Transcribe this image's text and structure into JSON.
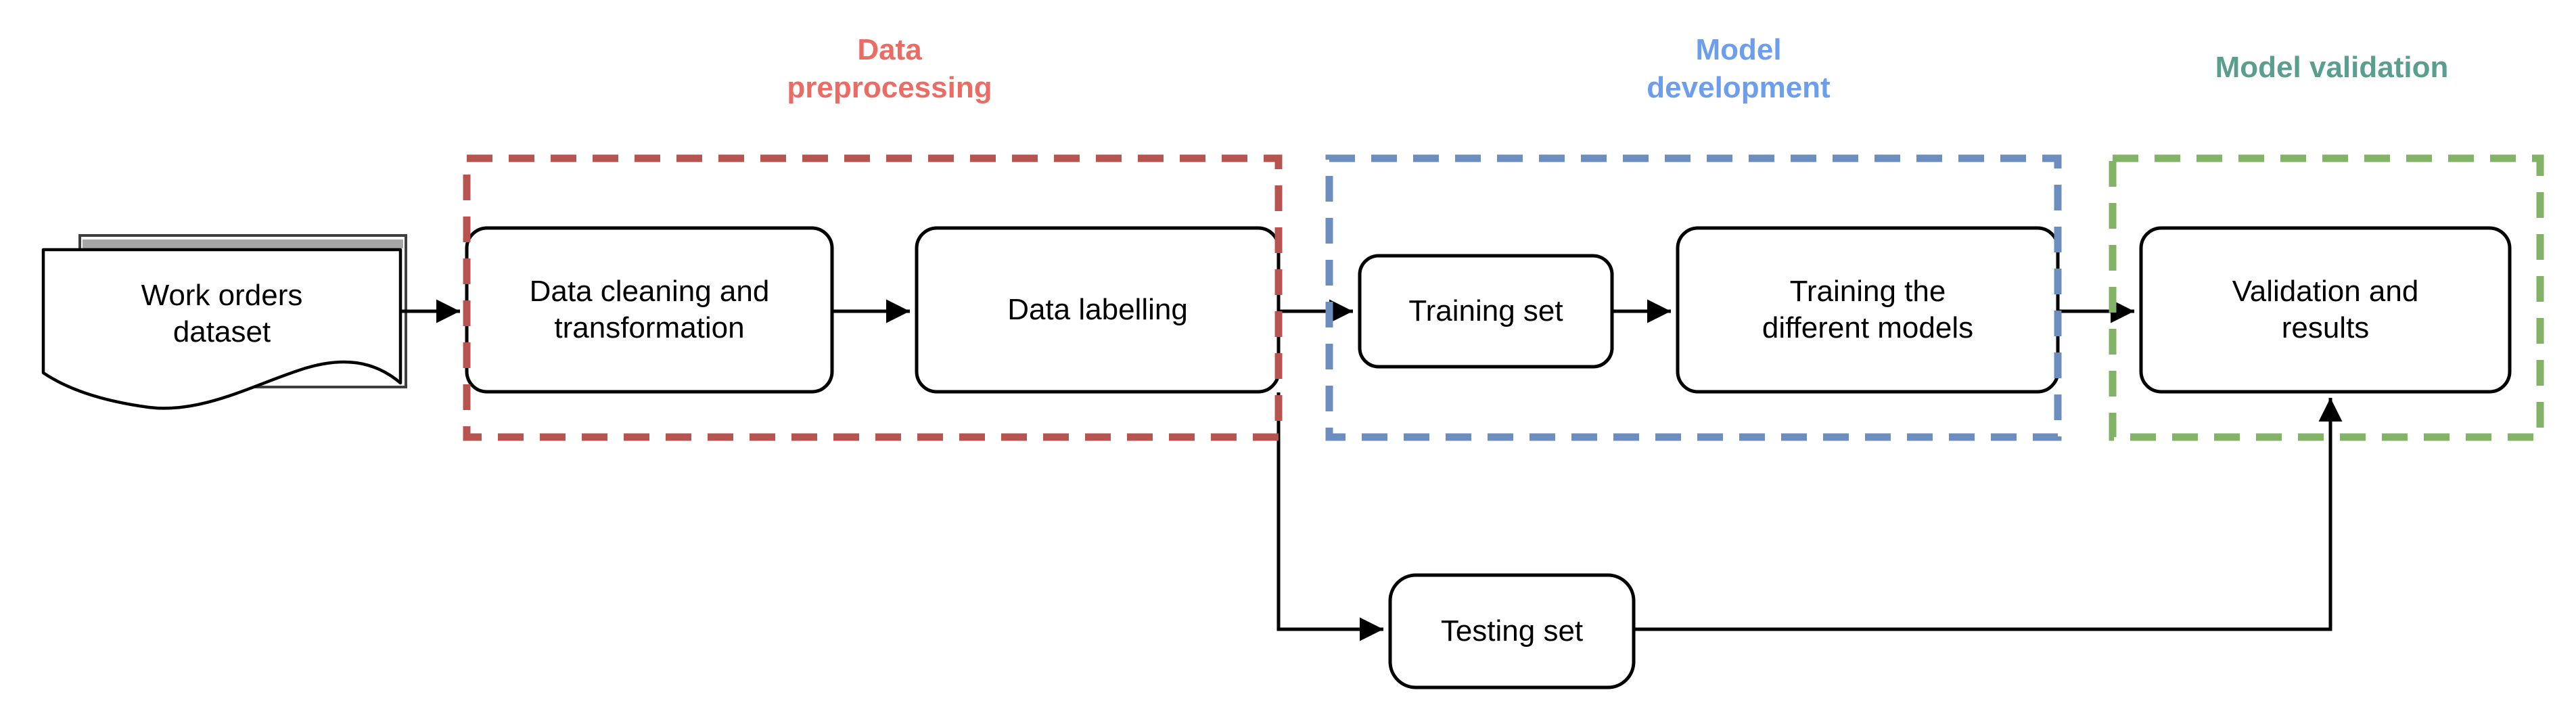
{
  "diagram_type": "flowchart",
  "colors": {
    "background": "#ffffff",
    "node_fill": "#ffffff",
    "node_border": "#000000",
    "edge": "#000000",
    "preprocessing_border": "#b85450",
    "preprocessing_title": "#eb6c64",
    "development_border": "#6c8ebf",
    "development_title": "#6d9eeb",
    "validation_border": "#82b366",
    "validation_title": "#5a9e8e"
  },
  "source_node": {
    "label": "Work orders dataset",
    "shape": "stacked-document"
  },
  "groups": [
    {
      "title": "Data preprocessing",
      "nodes": [
        {
          "label": "Data cleaning and transformation"
        },
        {
          "label": "Data labelling"
        }
      ]
    },
    {
      "title": "Model development",
      "nodes": [
        {
          "label": "Training set"
        },
        {
          "label": "Training the different models"
        }
      ]
    },
    {
      "title": "Model validation",
      "nodes": [
        {
          "label": "Validation and results"
        }
      ]
    }
  ],
  "floating_nodes": [
    {
      "label": "Testing set"
    }
  ],
  "edges": [
    {
      "from": "work-orders-dataset",
      "to": "data-cleaning-and-transformation"
    },
    {
      "from": "data-cleaning-and-transformation",
      "to": "data-labelling"
    },
    {
      "from": "data-labelling",
      "to": "training-set"
    },
    {
      "from": "data-labelling",
      "to": "testing-set"
    },
    {
      "from": "training-set",
      "to": "training-the-different-models"
    },
    {
      "from": "training-the-different-models",
      "to": "validation-and-results"
    },
    {
      "from": "testing-set",
      "to": "validation-and-results"
    }
  ]
}
